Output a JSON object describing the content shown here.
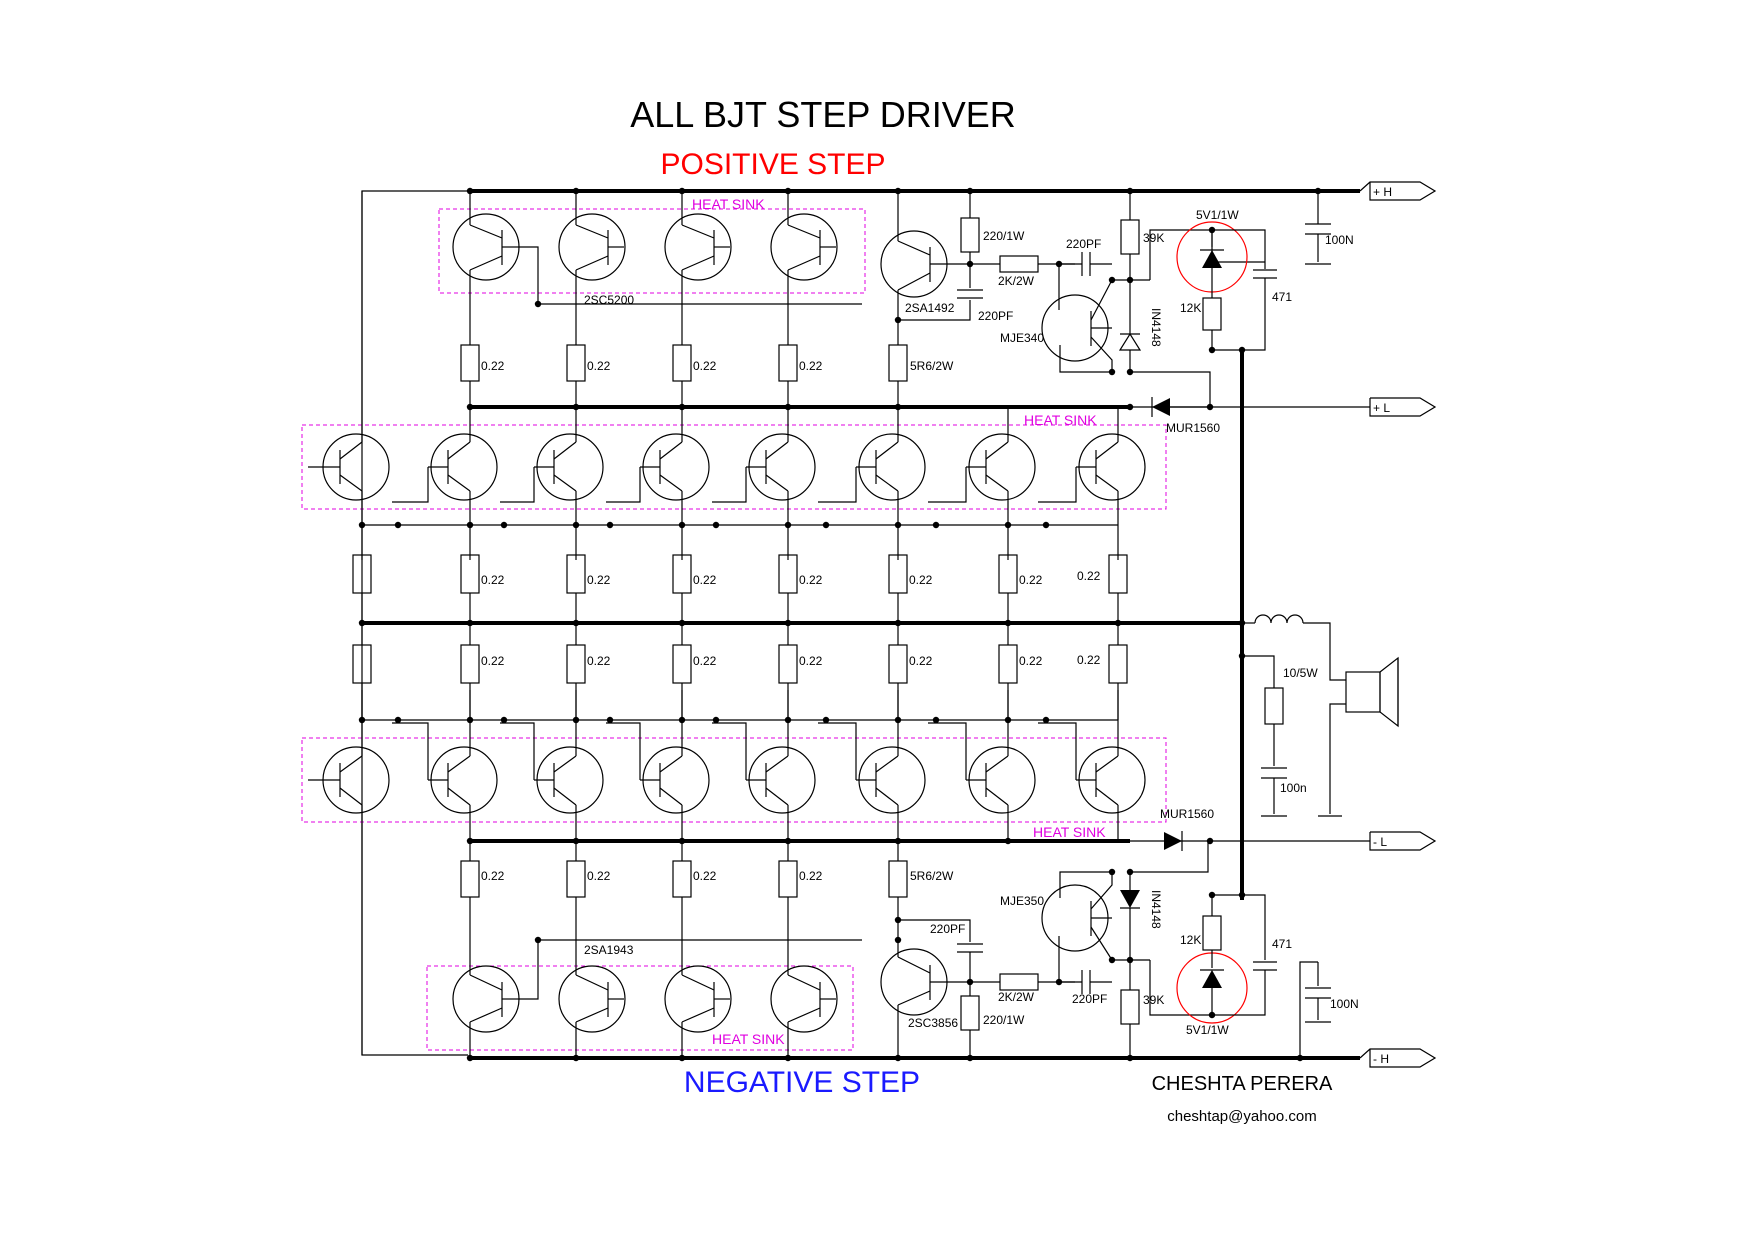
{
  "title": "ALL BJT STEP DRIVER",
  "positive_step_label": "POSITIVE STEP",
  "negative_step_label": "NEGATIVE STEP",
  "author": "CHESHTA PERERA",
  "email": "cheshtap@yahoo.com",
  "colors": {
    "positive": "#ff0000",
    "negative": "#1a1aff",
    "heat_sink": "#e000e0",
    "circle": "#ff0000"
  },
  "heat_sink_label": "HEAT SINK",
  "rails": {
    "pos_high": "+ H",
    "pos_low": "+ L",
    "neg_low": "- L",
    "neg_high": "- H"
  },
  "parts": {
    "npn_out_top": "2SC5200",
    "pnp_out_bottom": "2SA1943",
    "driver_top": "2SA1492",
    "driver_bottom": "2SC3856",
    "vbe_top": "MJE340",
    "vbe_bottom": "MJE350",
    "diode_top": "MUR1560",
    "diode_bottom": "MUR1560",
    "signal_diode_top": "IN4148",
    "signal_diode_bottom": "IN4148",
    "zener_top": "5V1/1W",
    "zener_bottom": "5V1/1W",
    "r_emitter": "0.22",
    "r_driver": "5R6/2W",
    "r_220": "220/1W",
    "r_2k": "2K/2W",
    "c_220pf": "220PF",
    "r_39k": "39K",
    "r_12k": "12K",
    "c_471": "471",
    "c_100n": "100N",
    "c_100n_small": "100n",
    "r_zobel": "10/5W"
  }
}
